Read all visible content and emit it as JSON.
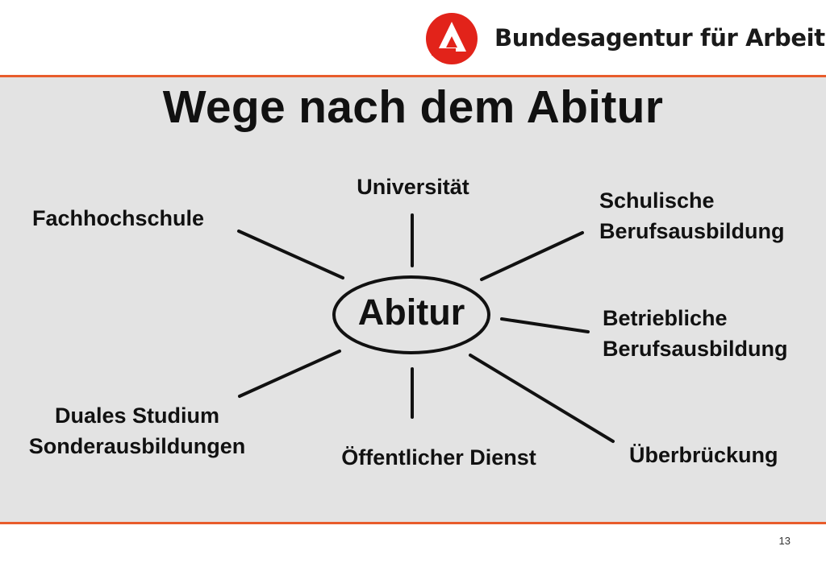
{
  "header": {
    "logo_text": "Bundesagentur für Arbeit",
    "logo_icon": "bundesagentur-logo-icon",
    "brand_color": "#e2231a",
    "rule_color": "#e85c2c"
  },
  "slide": {
    "title": "Wege nach dem Abitur",
    "background": "#e3e3e3"
  },
  "diagram": {
    "hub": "Abitur",
    "branches": {
      "fachhochschule": [
        "Fachhochschule"
      ],
      "universitaet": [
        "Universität"
      ],
      "schulische": [
        "Schulische",
        "Berufsausbildung"
      ],
      "betriebliche": [
        "Betriebliche",
        "Berufsausbildung"
      ],
      "duales": [
        "Duales Studium",
        "Sonderausbildungen"
      ],
      "oeffentlicher": [
        "Öffentlicher Dienst"
      ],
      "ueberbrueckung": [
        "Überbrückung"
      ]
    }
  },
  "footer": {
    "page_number": "13"
  }
}
